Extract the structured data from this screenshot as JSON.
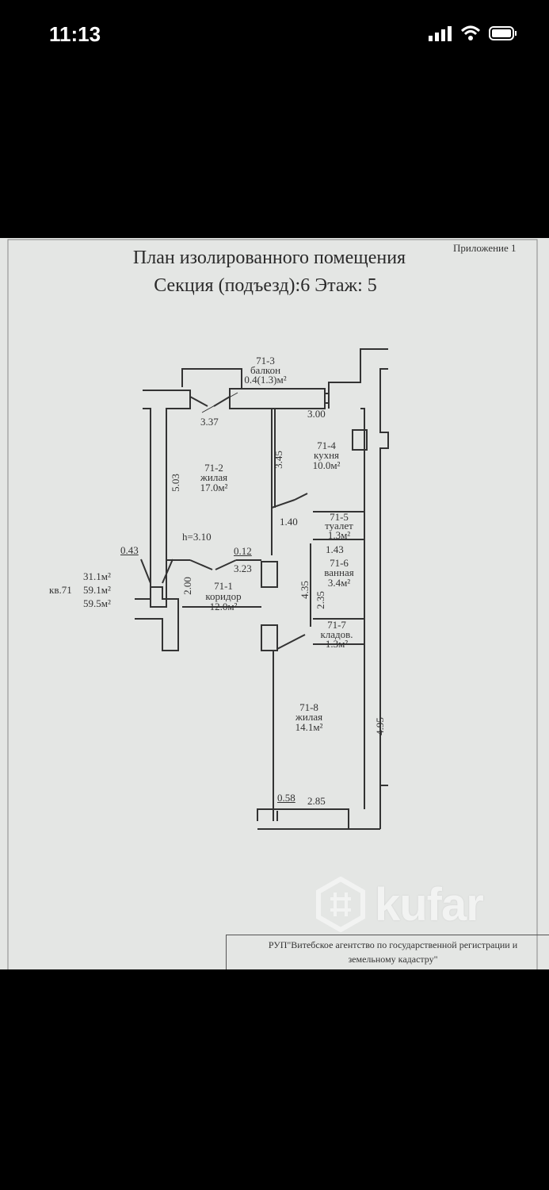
{
  "status_bar": {
    "time": "11:13",
    "icons": [
      "signal-icon",
      "wifi-icon",
      "battery-icon"
    ]
  },
  "document": {
    "appendix": "Приложение 1",
    "title": "План изолированного помещения",
    "subtitle": "Секция (подъезд):6    Этаж: 5",
    "ceiling_height": "h=3.10",
    "apartment": {
      "label": "кв.71",
      "area_living": "31.1м²",
      "area_total": "59.1м²",
      "area_full": "59.5м²"
    },
    "rooms": [
      {
        "id": "71-1",
        "name": "коридор",
        "area": "12.0м²"
      },
      {
        "id": "71-2",
        "name": "жилая",
        "area": "17.0м²"
      },
      {
        "id": "71-3",
        "name": "балкон",
        "area": "0.4(1.3)м²"
      },
      {
        "id": "71-4",
        "name": "кухня",
        "area": "10.0м²"
      },
      {
        "id": "71-5",
        "name": "туалет",
        "area": "1.3м²"
      },
      {
        "id": "71-6",
        "name": "ванная",
        "area": "3.4м²"
      },
      {
        "id": "71-7",
        "name": "кладов.",
        "area": "1.3м²"
      },
      {
        "id": "71-8",
        "name": "жилая",
        "area": "14.1м²"
      }
    ],
    "dimensions": {
      "d337": "3.37",
      "d300": "3.00",
      "d345": "3.45",
      "d503": "5.03",
      "d140": "1.40",
      "d043": "0.43",
      "d012": "0.12",
      "d323": "3.23",
      "d143": "1.43",
      "d200": "2.00",
      "d435": "4.35",
      "d235": "2.35",
      "d495": "4.95",
      "d058": "0.58",
      "d285": "2.85"
    },
    "footer": {
      "line1": "РУП\"Витебское агентство по государственной регистрации и",
      "line2": "земельному кадастру\""
    },
    "watermark": "kufar"
  }
}
